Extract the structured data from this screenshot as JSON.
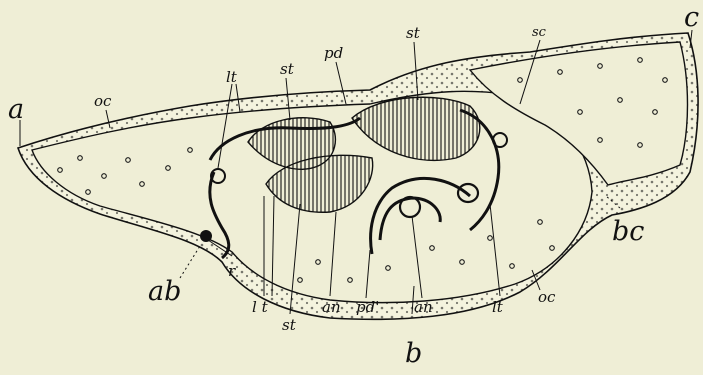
{
  "figure": {
    "labels": {
      "a": "a",
      "b": "b",
      "c": "c",
      "ab": "ab",
      "bc": "bc",
      "oc_left": "oc",
      "oc_right": "oc",
      "lt_top": "lt",
      "lt_bottom_left": "l t",
      "lt_bottom_right": "lt",
      "st_top_left": "st",
      "st_top_right": "st",
      "st_bottom": "st",
      "sc": "sc",
      "pd": "pd",
      "pd_prime": "pd'",
      "an_left": "an",
      "an_right": "an",
      "r": "r"
    }
  }
}
